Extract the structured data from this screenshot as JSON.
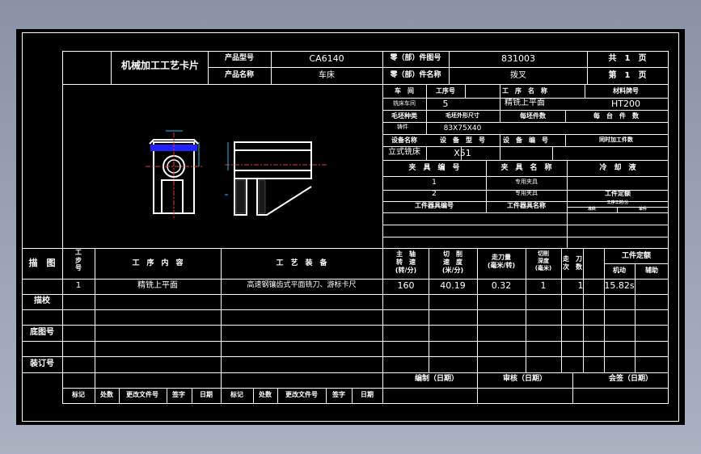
{
  "header": {
    "title": "机械加工工艺卡片",
    "product_model_label": "产品型号",
    "product_model": "CA6140",
    "product_name_label": "产品名称",
    "product_name": "车床",
    "part_number_label": "零（部）件图号",
    "part_number": "831003",
    "part_name_label": "零（部）件名称",
    "part_name": "拨叉",
    "total_pages": "共　1　页",
    "page": "第　1　页"
  },
  "info": {
    "workshop_label": "车　间",
    "op_no_label": "工序号",
    "op_name_label": "工　序　名　称",
    "material_label": "材料牌号",
    "workshop": "铣床车间",
    "op_no": "5",
    "op_name": "精铣上平面",
    "material": "HT200",
    "blank_type_label": "毛坯种类",
    "blank_size_label": "毛坯外形尺寸",
    "blank_count_label": "每坯件数",
    "per_unit_label": "每　台　件　数",
    "blank_type": "铸件",
    "blank_size": "83X75X40",
    "equip_name_label": "设备名称",
    "equip_model_label": "设　备　型　号",
    "equip_no_label": "设　备　编　号",
    "concurrent_label": "同时加工件数",
    "equip_name": "立式铣床",
    "equip_model": "X51",
    "fixture_no_label": "夹　具　编　号",
    "fixture_name_label": "夹　具　名　称",
    "coolant_label": "冷　却　液",
    "fixtures": [
      {
        "no": "1",
        "name": "专用夹具"
      },
      {
        "no": "2",
        "name": "专用夹具"
      }
    ],
    "time_quota_label": "工件定额",
    "time_quota_sub": "工序工时/分",
    "prep_label": "准终",
    "unit_label": "单件",
    "tool_no_label": "工件器具编号",
    "tool_name_label": "工件器具名称"
  },
  "table": {
    "sketch_label": "描　图",
    "step_label": "工步号",
    "content_label": "工　序　内　容",
    "equipment_label": "工　艺　装　备",
    "spindle_label": "主　轴\n转　速\n(转/分)",
    "cut_speed_label": "切　削\n速　度\n(米/分)",
    "feed_label": "走刀量\n(毫米/转)",
    "depth_label": "切削\n深度\n(毫米)",
    "passes_label": "走　刀\n次　数",
    "quota_label": "工件定额",
    "machine_label": "机动",
    "aux_label": "辅助",
    "rows": [
      {
        "step": "1",
        "content": "精铣上平面",
        "equipment": "高速钢镶齿式平面铣刀、游标卡尺",
        "spindle": "160",
        "cut_speed": "40.19",
        "feed": "0.32",
        "depth": "1",
        "passes": "1",
        "machine": "15.82s"
      }
    ]
  },
  "side": {
    "trace_check": "描校",
    "base_drawing": "底图号",
    "binding": "装订号"
  },
  "approval": {
    "prepared": "编制（日期）",
    "reviewed": "审核（日期）",
    "countersigned": "会签（日期）"
  },
  "signature": [
    "标记",
    "处数",
    "更改文件号",
    "签字",
    "日期",
    "标记",
    "处数",
    "更改文件号",
    "签字",
    "日期"
  ]
}
